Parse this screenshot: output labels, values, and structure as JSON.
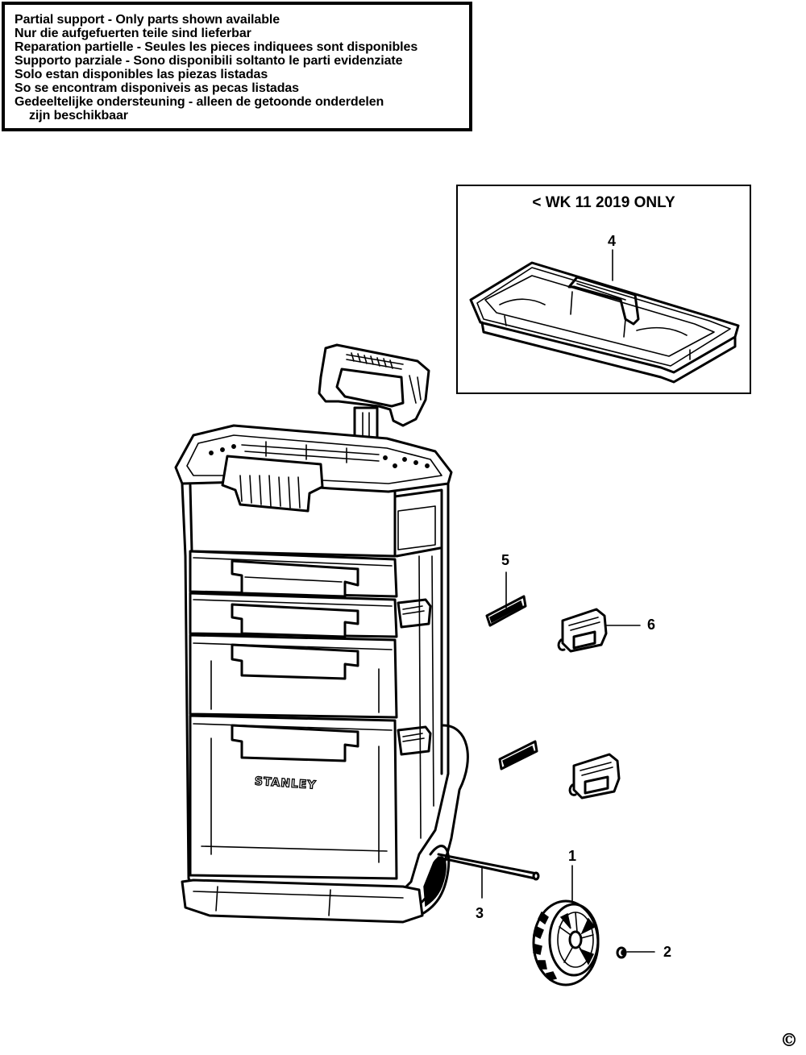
{
  "notice": {
    "lines": [
      "Partial support - Only parts shown available",
      "Nur die aufgefuerten teile sind lieferbar",
      "Reparation partielle - Seules les pieces indiquees sont disponibles",
      "Supporto parziale - Sono disponibili soltanto le parti evidenziate",
      "Solo estan disponibles las piezas listadas",
      "So se encontram disponiveis as pecas listadas",
      "Gedeeltelijke ondersteuning - alleen de getoonde onderdelen",
      "zijn beschikbaar"
    ]
  },
  "inset": {
    "title": "< WK 11 2019 ONLY"
  },
  "brand": "STANLEY",
  "callouts": {
    "p1": "1",
    "p2": "2",
    "p3": "3",
    "p4": "4",
    "p5": "5",
    "p6": "6"
  },
  "copyright": "©"
}
